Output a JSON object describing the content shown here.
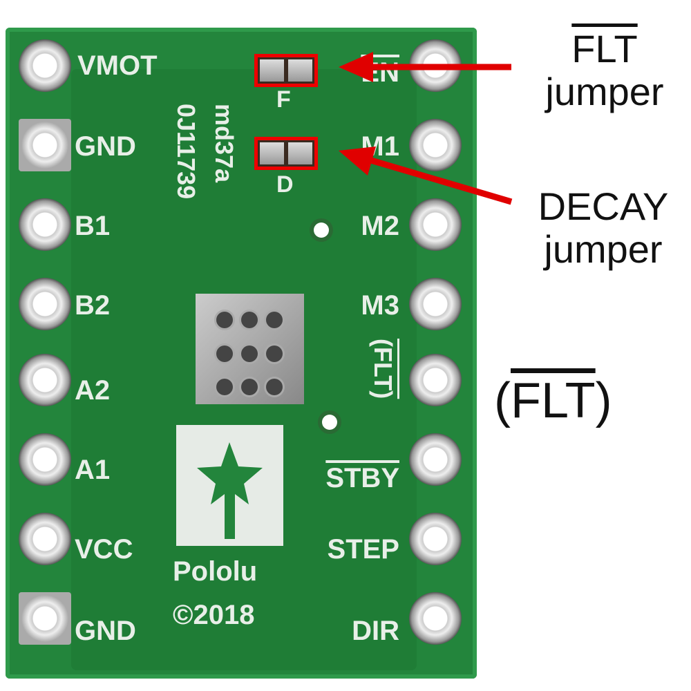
{
  "board": {
    "left_pins": [
      "VMOT",
      "GND",
      "B1",
      "B2",
      "A2",
      "A1",
      "VCC",
      "GND"
    ],
    "right_pins": [
      "EN",
      "M1",
      "M2",
      "M3",
      "(FLT)",
      "STBY",
      "STEP",
      "DIR"
    ],
    "jumper_labels": {
      "flt": "F",
      "decay": "D"
    },
    "part_number": "md37a",
    "serial": "0J11739",
    "brand": "Pololu",
    "copyright": "©2018"
  },
  "annotations": {
    "flt_title": "FLT",
    "flt_sub": "jumper",
    "decay_title": "DECAY",
    "decay_sub": "jumper",
    "flt_note_open": "(",
    "flt_note": "FLT",
    "flt_note_close": ")"
  },
  "colors": {
    "board": "#23853c",
    "highlight": "#e00000"
  }
}
